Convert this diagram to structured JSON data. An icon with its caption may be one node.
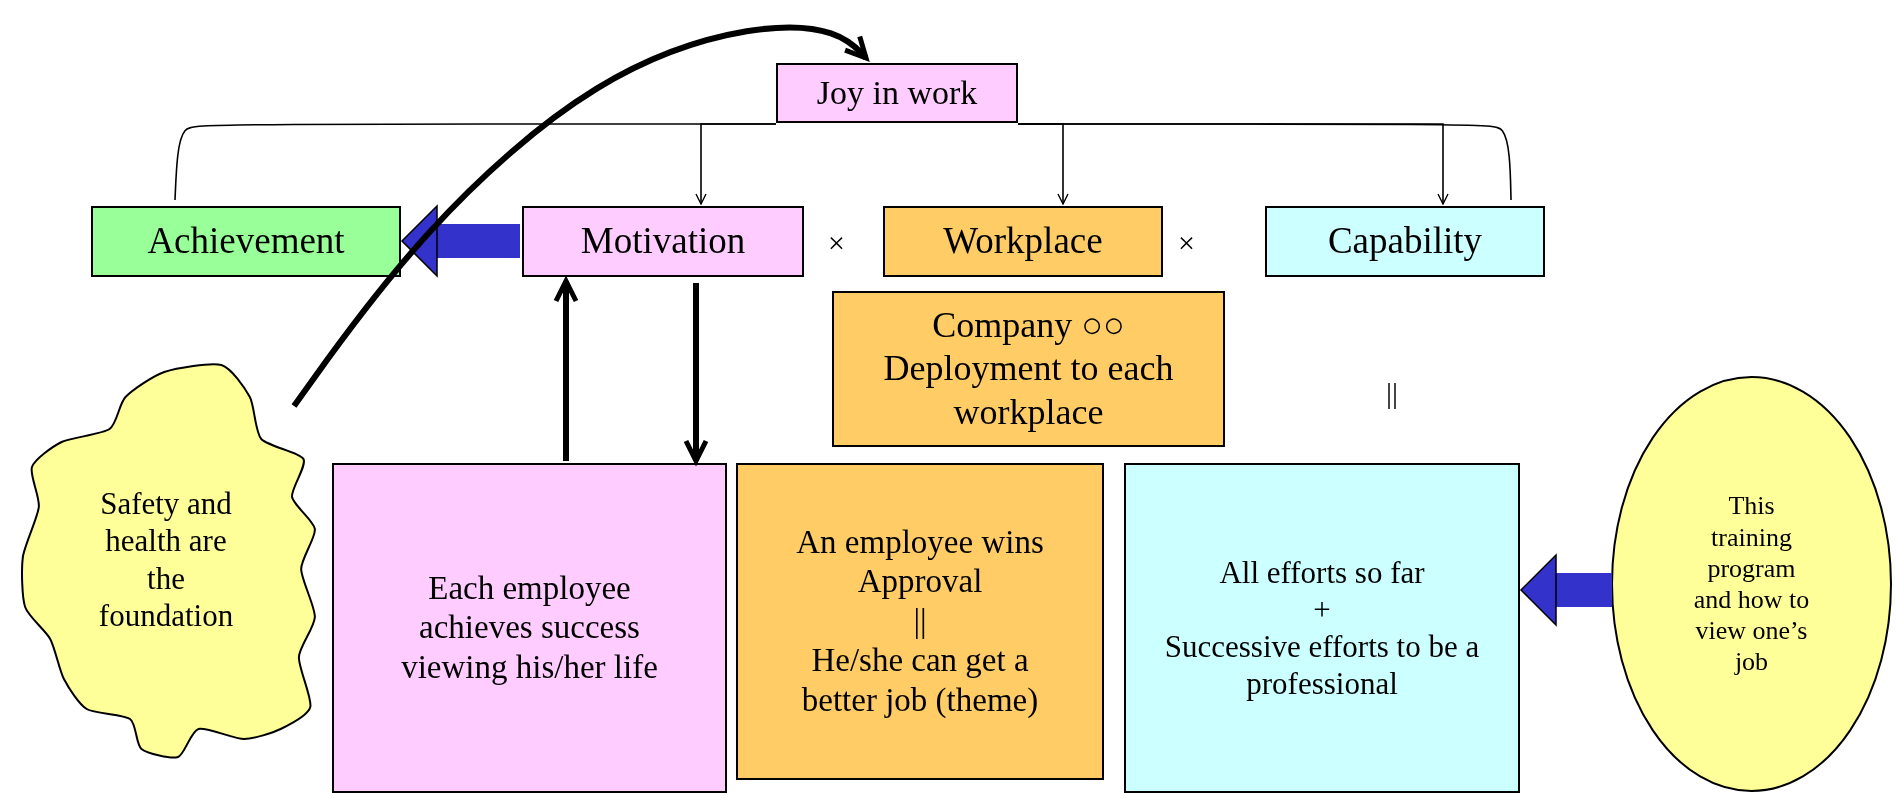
{
  "diagram": {
    "nodes": [
      {
        "text": [
          "Joy in work"
        ]
      },
      {
        "text": [
          "Achievement"
        ]
      },
      {
        "text": [
          "Motivation"
        ]
      },
      {
        "text": [
          "Workplace"
        ]
      },
      {
        "text": [
          "Capability"
        ]
      },
      {
        "text": [
          "Company ○○",
          "Deployment to each workplace"
        ]
      },
      {
        "text": [
          "Safety and health are the foundation"
        ]
      },
      {
        "text": [
          "Each employee achieves success viewing his/her life"
        ]
      },
      {
        "text": [
          "An employee wins Approval",
          "||",
          "He/she can get a better job (theme)"
        ]
      },
      {
        "text": [
          "All efforts so far",
          "+",
          "Successive efforts to be a professional"
        ]
      },
      {
        "text": [
          "This training program and how to view one’s job"
        ]
      }
    ],
    "edges": [
      {
        "from": 0,
        "to": 1,
        "arrow": "none"
      },
      {
        "from": 0,
        "to": 2,
        "arrow": "to"
      },
      {
        "from": 0,
        "to": 3,
        "arrow": "to"
      },
      {
        "from": 0,
        "to": 4,
        "arrow": "to"
      },
      {
        "from": 0,
        "to": 4,
        "arrow": "none"
      },
      {
        "from": 2,
        "to": 1,
        "arrow": "to",
        "style": "thick",
        "color": "#3333cc"
      },
      {
        "from": 7,
        "to": 2,
        "arrow": "to",
        "style": "thick"
      },
      {
        "from": 2,
        "to": 7,
        "arrow": "to",
        "style": "thick"
      },
      {
        "from": 6,
        "to": 0,
        "arrow": "to",
        "style": "thick"
      },
      {
        "from": 10,
        "to": 9,
        "arrow": "to",
        "style": "thick",
        "color": "#3333cc"
      }
    ],
    "labels": [
      "×",
      "×",
      "||"
    ]
  }
}
